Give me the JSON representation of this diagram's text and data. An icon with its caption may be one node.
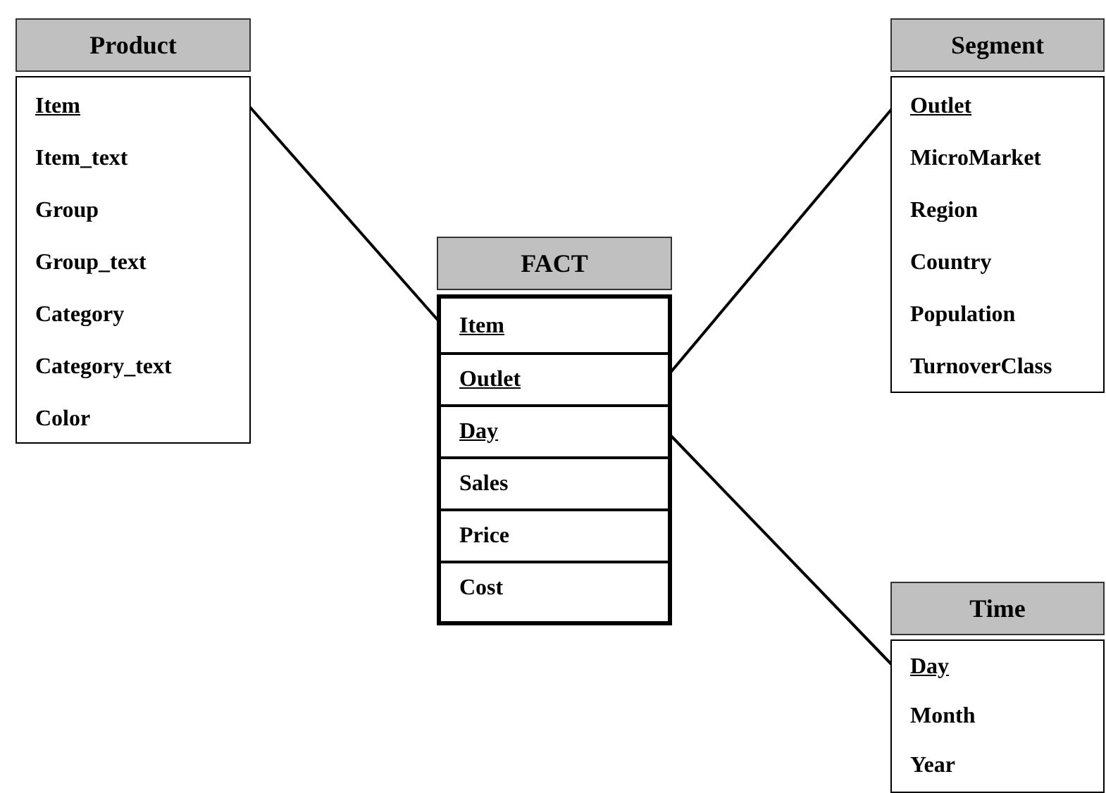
{
  "diagram": {
    "nodes": [
      {
        "text": [
          "Product"
        ]
      },
      {
        "text": [
          "Item"
        ],
        "in": 0
      },
      {
        "text": [
          "Item_text"
        ],
        "in": 0
      },
      {
        "text": [
          "Group"
        ],
        "in": 0
      },
      {
        "text": [
          "Group_text"
        ],
        "in": 0
      },
      {
        "text": [
          "Category"
        ],
        "in": 0
      },
      {
        "text": [
          "Category_text"
        ],
        "in": 0
      },
      {
        "text": [
          "Color"
        ],
        "in": 0
      },
      {
        "text": [
          "FACT"
        ]
      },
      {
        "text": [
          "Item"
        ],
        "in": 8
      },
      {
        "text": [
          "Outlet"
        ],
        "in": 8
      },
      {
        "text": [
          "Day"
        ],
        "in": 8
      },
      {
        "text": [
          "Sales"
        ],
        "in": 8
      },
      {
        "text": [
          "Price"
        ],
        "in": 8
      },
      {
        "text": [
          "Cost"
        ],
        "in": 8
      },
      {
        "text": [
          "Segment"
        ]
      },
      {
        "text": [
          "Outlet"
        ],
        "in": 15
      },
      {
        "text": [
          "MicroMarket"
        ],
        "in": 15
      },
      {
        "text": [
          "Region"
        ],
        "in": 15
      },
      {
        "text": [
          "Country"
        ],
        "in": 15
      },
      {
        "text": [
          "Population"
        ],
        "in": 15
      },
      {
        "text": [
          "TurnoverClass"
        ],
        "in": 15
      },
      {
        "text": [
          "Time"
        ]
      },
      {
        "text": [
          "Day"
        ],
        "in": 22
      },
      {
        "text": [
          "Month"
        ],
        "in": 22
      },
      {
        "text": [
          "Year"
        ],
        "in": 22
      }
    ],
    "edges": [
      {
        "from": 0,
        "to": 9,
        "arrow": "none"
      },
      {
        "from": 16,
        "to": 10,
        "arrow": "none"
      },
      {
        "from": 23,
        "to": 11,
        "arrow": "none"
      }
    ]
  }
}
